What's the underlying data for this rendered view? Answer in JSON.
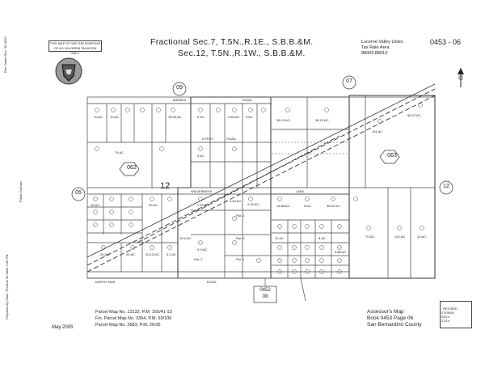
{
  "header": {
    "notice": "THIS MAP IS FOR THE PURPOSE OF AD VALOREM TAXATION ONLY.",
    "title_line1": "Fractional Sec.7, T.5N.,R.1E., S.B.B.&M.",
    "title_line2": "Sec.12, T.5N.,R.1W., S.B.B.&M.",
    "district_line1": "Lucerne Valley Unies",
    "district_line2": "Tax Rate Area",
    "district_line3": "88002,88013",
    "book_page": "0453 - 06"
  },
  "left_margin": {
    "revised_text": "Rev. Dated\nSec. 05-4015",
    "prepared_text": "Prepared by Hmm, Pd Area 53 0a09 2:36 PM",
    "public_text": "Public Domain"
  },
  "map": {
    "book_refs": {
      "top_left": "09",
      "top_right": "07",
      "left": "05",
      "right": "12",
      "bottom": "0452\n08"
    },
    "block_labels": {
      "left": "062",
      "right": "063"
    },
    "section_number": "12",
    "roads": [
      "BARNES",
      "ROAD",
      "GYPSY",
      "ROAD",
      "WILDERNESS",
      "LAKE",
      "NORTH SIDE",
      "ROAD"
    ],
    "parcel_labels": [
      "Par. 1",
      "Par. 2",
      "Par. 1",
      "Par. 2"
    ],
    "acreages": [
      "10 AC.",
      "10 AC.",
      "18.93 AC.",
      "5 AC.",
      "4.83 AC.",
      "5 AC.",
      "5 AC.",
      "38.13 AC.",
      "38.13 AC.",
      "161 AC.",
      "58.23 AC.",
      "79 AC.",
      "10 AC.",
      "20 AC.",
      "7.49 AC.",
      "3.43 AC.",
      "4.99 AC.",
      "19.4 AC.",
      "20 AC.",
      "10.12 AC.",
      "3.2 AC.",
      "20 AC.",
      "9.9 AC.",
      "14.88 AC.",
      "5 AC.",
      "38.63 AC.",
      "10 AC.",
      "8 AC.",
      "70 AC.",
      "120 AC.",
      "3.88 AC.",
      "10 AC."
    ]
  },
  "footer": {
    "date": "May 2005",
    "parcel_map1": "Parcel Map No. 13132, P.M. 165/41-13",
    "parcel_map2": "Fin. Parcel Map No. 3364, P.M. 59/100",
    "parcel_map3": "Parcel Map No. 2683, P.M. 26/35",
    "assessor_line1": "Assessor's Map",
    "assessor_line2": "Book 0453 Page 06",
    "assessor_line3": "San Bernardino County",
    "revision_text": "REVISED\n07/05/06\n04/14\n07/14"
  },
  "colors": {
    "ink": "#222222",
    "line": "#444444",
    "hatch": "#555555"
  }
}
